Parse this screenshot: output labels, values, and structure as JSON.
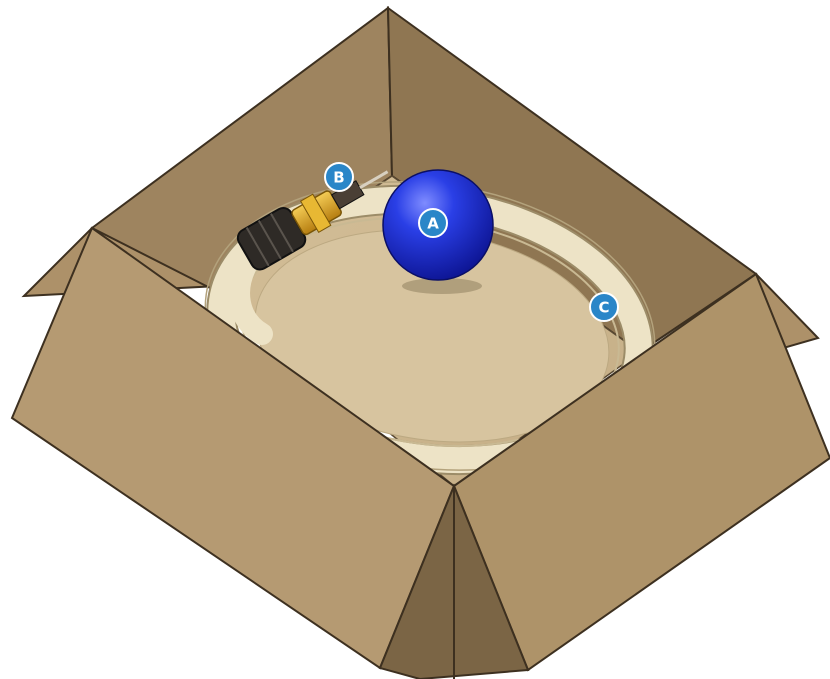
{
  "callouts": [
    {
      "id": "A",
      "label": "A"
    },
    {
      "id": "B",
      "label": "B"
    },
    {
      "id": "C",
      "label": "C"
    }
  ],
  "colors": {
    "cardboard": "#b59a72",
    "cardboard_dark": "#6e5a3e",
    "cardboard_inner": "#8a7352",
    "hose": "#ece0c2",
    "float_ball": "#1f2fd0",
    "callout_badge": "#2a86c8",
    "brass_fitting": "#d9a21f",
    "hose_nut": "#2e2a26"
  },
  "icons": {
    "callout": "numbered-badge",
    "float": "blue-float-ball",
    "fitting": "brass-valve-fitting",
    "hose": "coiled-hose"
  }
}
